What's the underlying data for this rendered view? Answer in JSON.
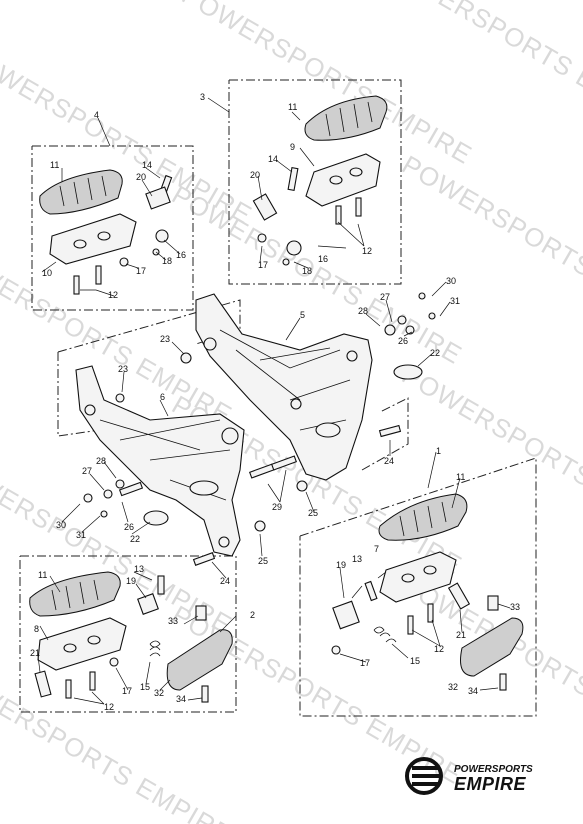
{
  "watermark": "POWERSPORTS EMPIRE",
  "logo": {
    "line1": "POWERSPORTS",
    "line2": "EMPIRE"
  },
  "callouts": [
    "1",
    "2",
    "3",
    "4",
    "5",
    "6",
    "7",
    "8",
    "9",
    "10",
    "11",
    "12",
    "13",
    "14",
    "15",
    "16",
    "17",
    "18",
    "19",
    "20",
    "21",
    "22",
    "23",
    "24",
    "25",
    "26",
    "27",
    "28",
    "29",
    "30",
    "31",
    "32",
    "33",
    "34"
  ],
  "colors": {
    "line": "#111111",
    "watermark": "#d9d9d9",
    "background": "#ffffff"
  }
}
